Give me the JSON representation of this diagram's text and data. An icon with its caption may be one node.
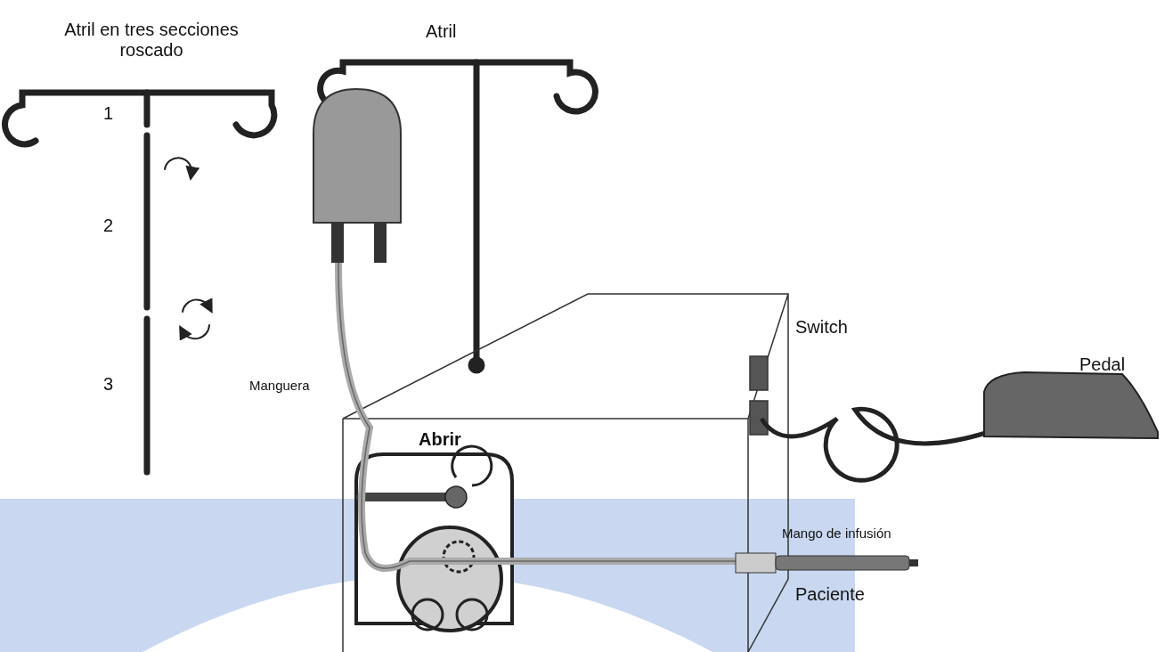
{
  "diagram": {
    "labels": [
      "Atril en tres secciones roscado",
      "1",
      "2",
      "3",
      "Atril",
      "Switch",
      "Pedal",
      "Manguera",
      "Abrir",
      "Mango de infusión",
      "Paciente"
    ]
  }
}
